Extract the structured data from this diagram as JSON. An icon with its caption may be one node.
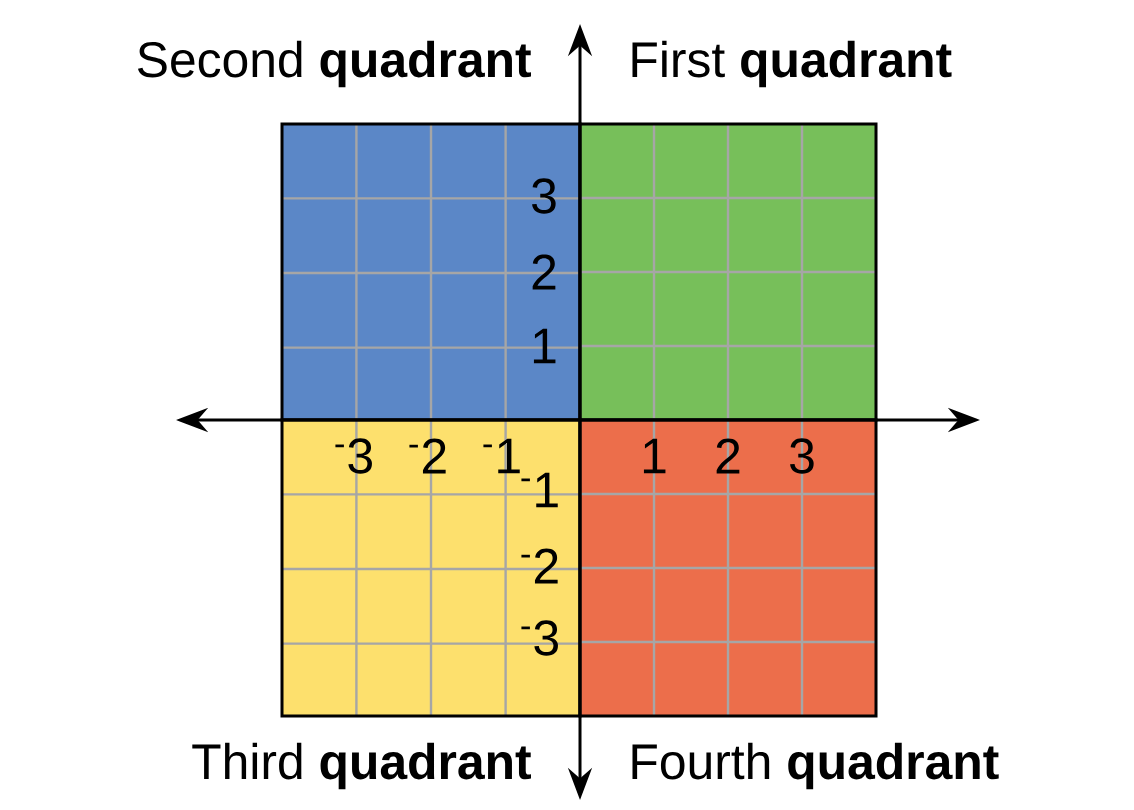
{
  "diagram": {
    "nodes": [
      {
        "text": [
          "Second **quadrant**"
        ]
      },
      {
        "text": [
          "First **quadrant**"
        ]
      },
      {
        "text": [
          "Third **quadrant**"
        ]
      },
      {
        "text": [
          "Fourth **quadrant**"
        ]
      }
    ],
    "labels": [
      "3",
      "2",
      "1",
      "$^{-}$3",
      "$^{-}$2",
      "$^{-}$1",
      "1",
      "2",
      "3",
      "$^{-}$1",
      "$^{-}$2",
      "$^{-}$3"
    ]
  }
}
